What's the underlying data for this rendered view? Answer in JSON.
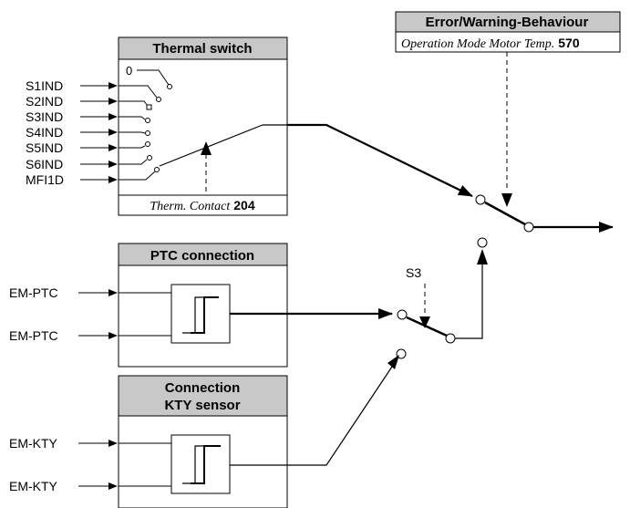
{
  "thermal_switch": {
    "title": "Thermal switch",
    "zero_label": "0",
    "inputs": [
      "S1IND",
      "S2IND",
      "S3IND",
      "S4IND",
      "S5IND",
      "S6IND",
      "MFI1D"
    ],
    "param_label": "Therm. Contact",
    "param_number": "204"
  },
  "error_behaviour": {
    "title": "Error/Warning-Behaviour",
    "param_label": "Operation Mode Motor Temp.",
    "param_number": "570"
  },
  "ptc": {
    "title": "PTC connection",
    "inputs": [
      "EM-PTC",
      "EM-PTC"
    ]
  },
  "kty": {
    "title_line1": "Connection",
    "title_line2": "KTY sensor",
    "inputs": [
      "EM-KTY",
      "EM-KTY"
    ]
  },
  "switch_s3": {
    "label": "S3"
  },
  "colors": {
    "header_fill": "#c8c8c8",
    "line": "#000000"
  }
}
